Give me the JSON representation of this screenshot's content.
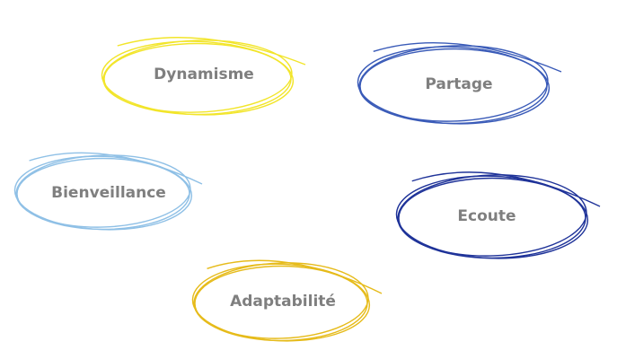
{
  "values": [
    {
      "label": "Dynamisme",
      "color": "#f2e52a"
    },
    {
      "label": "Partage",
      "color": "#3a5bb8"
    },
    {
      "label": "Bienveillance",
      "color": "#8fc0e6"
    },
    {
      "label": "Ecoute",
      "color": "#1f3399"
    },
    {
      "label": "Adaptabilité",
      "color": "#e6bb1a"
    }
  ]
}
